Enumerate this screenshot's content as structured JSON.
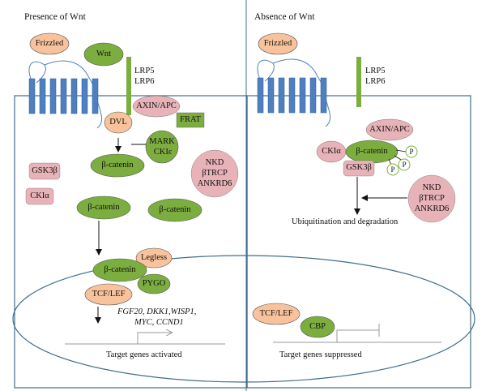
{
  "panels": {
    "left_title": "Presence of Wnt",
    "right_title": "Absence of Wnt"
  },
  "labels": {
    "frizzled": "Frizzled",
    "wnt": "Wnt",
    "lrp5": "LRP5",
    "lrp6": "LRP6",
    "dvl": "DVL",
    "axin_apc": "AXIN/APC",
    "frat": "FRAT",
    "mark": "MARK",
    "cki_eps": "CKIε",
    "beta_catenin": "β-catenin",
    "gsk3b": "GSK3β",
    "cki_alpha": "CKIα",
    "nkd": "NKD",
    "btrcp": "βTRCP",
    "ankrd6": "ANKRD6",
    "legless": "Legless",
    "pygo": "PYGO",
    "tcf_lef": "TCF/LEF",
    "target_genes_line1": "FGF20, DKK1,WISP1,",
    "target_genes_line2": "MYC, CCND1",
    "target_activated": "Target genes activated",
    "phospho": "P",
    "ubiquitination": "Ubiquitination and degradation",
    "cbp": "CBP",
    "target_suppressed": "Target genes suppressed"
  },
  "colors": {
    "green_fill": "#7cad3f",
    "pink_fill": "#e8b3b8",
    "peach_fill": "#f8c39c",
    "receptor_blue": "#4f7fbf",
    "cell_border": "#3f6e8a"
  }
}
